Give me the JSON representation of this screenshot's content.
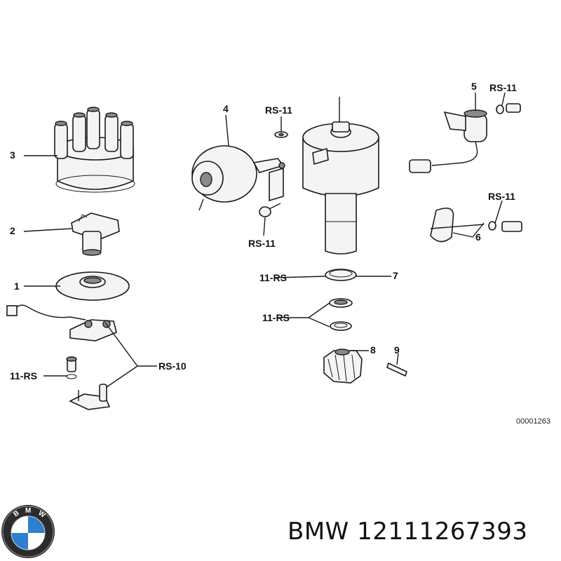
{
  "diagram": {
    "callouts": {
      "n1": "1",
      "n2": "2",
      "n3": "3",
      "n4": "4",
      "n5": "5",
      "n6": "6",
      "n7": "7",
      "n8": "8",
      "n9": "9",
      "rs11_top": "RS-11",
      "rs11_bottom": "RS-11",
      "rs11_right_top": "RS-11",
      "rs11_right_mid": "RS-11",
      "rs11_ring": "11-RS",
      "rs11_rings": "11-RS",
      "rs11_left": "11-RS",
      "rs10": "RS-10"
    },
    "drawing_code": "00001263"
  },
  "footer": {
    "brand_logo_letters": "BMW",
    "part_number": "BMW 12111267393"
  }
}
